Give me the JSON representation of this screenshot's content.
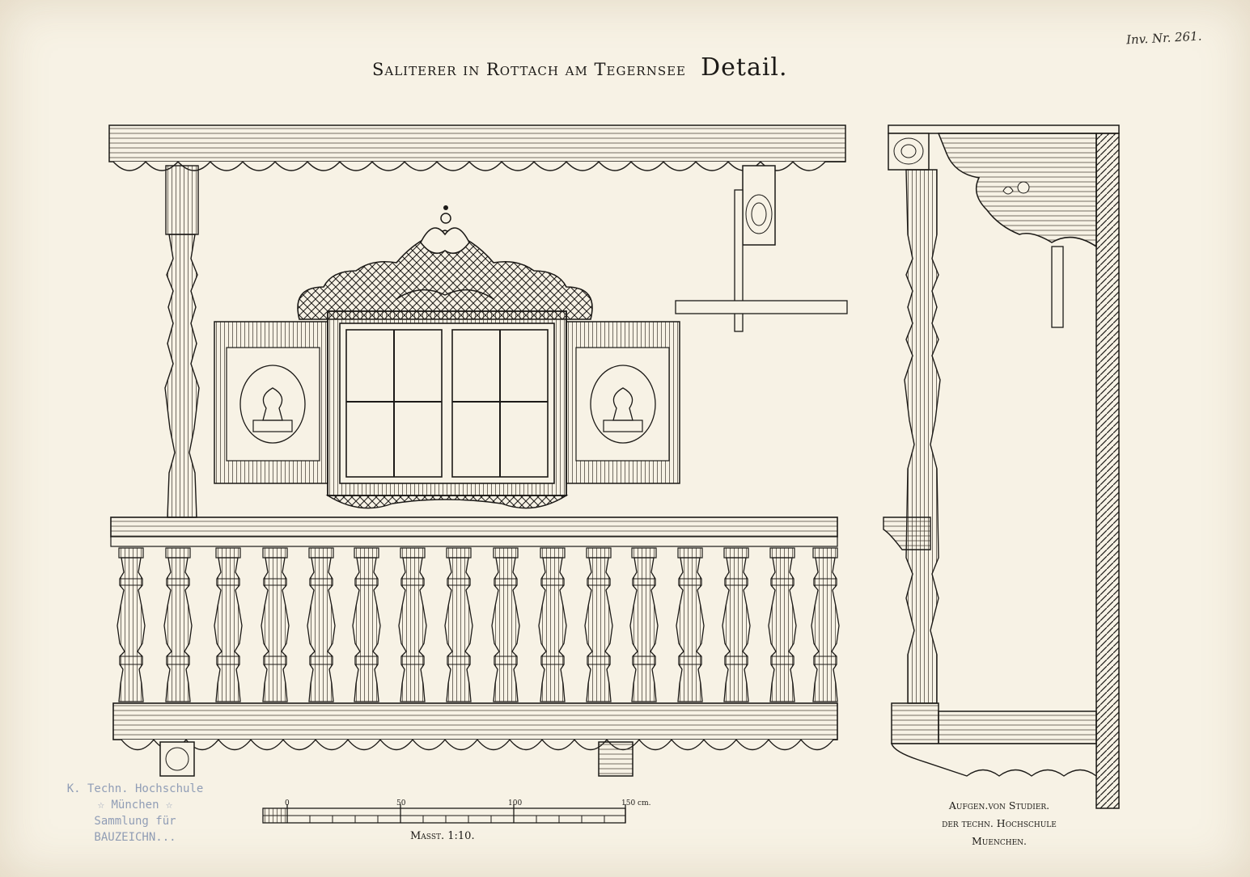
{
  "title": {
    "main": "Saliterer in Rottach am Tegernsee",
    "detail": "Detail."
  },
  "inventory_note": "Inv. Nr. 261.",
  "stamp": {
    "line1": "K. Techn. Hochschule",
    "line2": "☆ München ☆",
    "line3": "Sammlung für",
    "line4": "BAUZEICHN..."
  },
  "scale": {
    "label": "Masst. 1:10.",
    "ticks": [
      "0",
      "50",
      "100",
      "150 cm."
    ]
  },
  "credits": {
    "line1": "Aufgen.von Studier.",
    "line2": "der techn. Hochschule",
    "line3": "Muenchen."
  },
  "colors": {
    "paper": "#f7f2e5",
    "ink": "#1c1a17",
    "stamp": "#7f8fae"
  }
}
